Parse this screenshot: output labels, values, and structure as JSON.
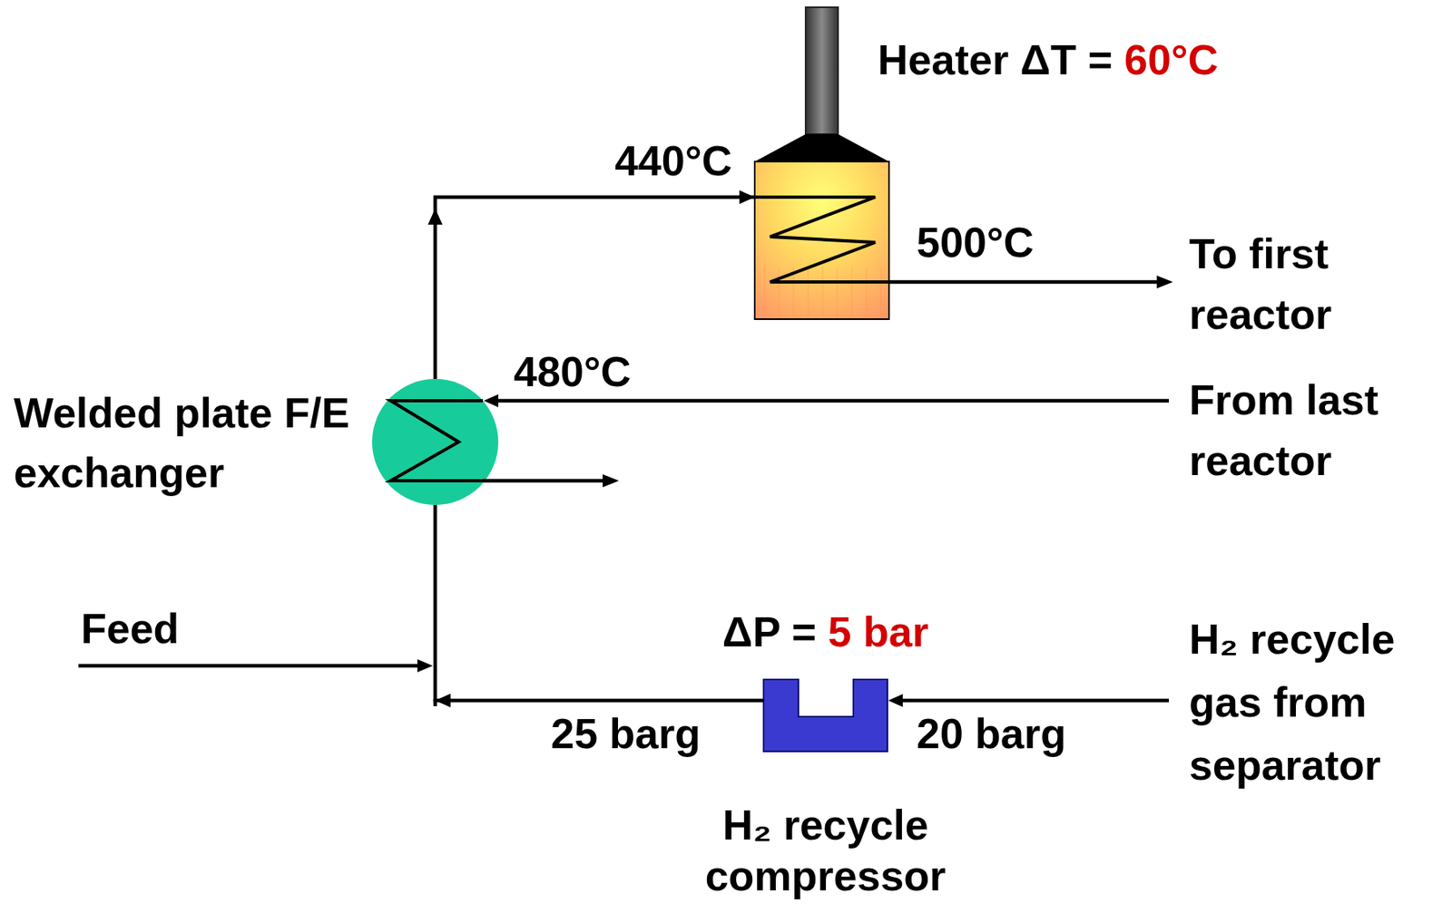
{
  "diagram": {
    "nodes": [
      {
        "text": [
          "Heater ΔT =",
          "60°C"
        ]
      },
      {
        "text": [
          "Welded plate F/E exchanger"
        ]
      },
      {
        "text": [
          "ΔP =",
          "5 bar",
          "H₂ recycle compressor"
        ]
      }
    ],
    "edges": [
      {
        "from": 2,
        "to": 1,
        "arrow": "to"
      },
      {
        "from": 1,
        "to": 0,
        "arrow": "to",
        "label": "440°C"
      }
    ],
    "labels": [
      "500°C",
      "To first reactor",
      "480°C",
      "From last reactor",
      "Feed",
      "25 barg",
      "20 barg",
      "H₂ recycle gas from separator"
    ]
  }
}
